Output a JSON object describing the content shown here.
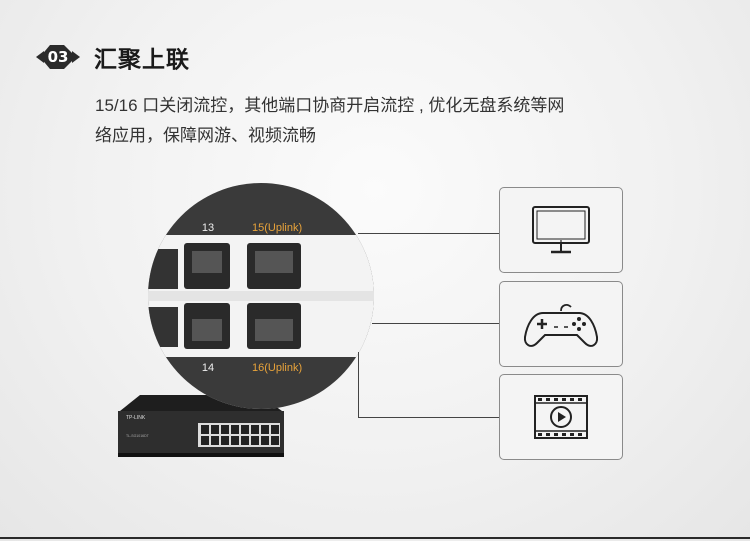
{
  "header": {
    "number": "03",
    "title": "汇聚上联"
  },
  "description": {
    "line1": "15/16 口关闭流控，其他端口协商开启流控 , 优化无盘系统等网",
    "line2": "络应用，保障网游、视频流畅"
  },
  "ports": {
    "top_left_number": "13",
    "top_uplink_label": "15(Uplink)",
    "bottom_left_number": "14",
    "bottom_uplink_label": "16(Uplink)",
    "uplink_color": "#e8a33a"
  },
  "device": {
    "brand": "TP-LINK",
    "model_text": "TL-SG1016DT"
  },
  "cards": [
    {
      "icon": "monitor-icon"
    },
    {
      "icon": "gamepad-icon"
    },
    {
      "icon": "video-play-icon"
    }
  ],
  "colors": {
    "badge": "#2b2b2b",
    "line": "#444444",
    "card_border": "#8a8a8a"
  }
}
